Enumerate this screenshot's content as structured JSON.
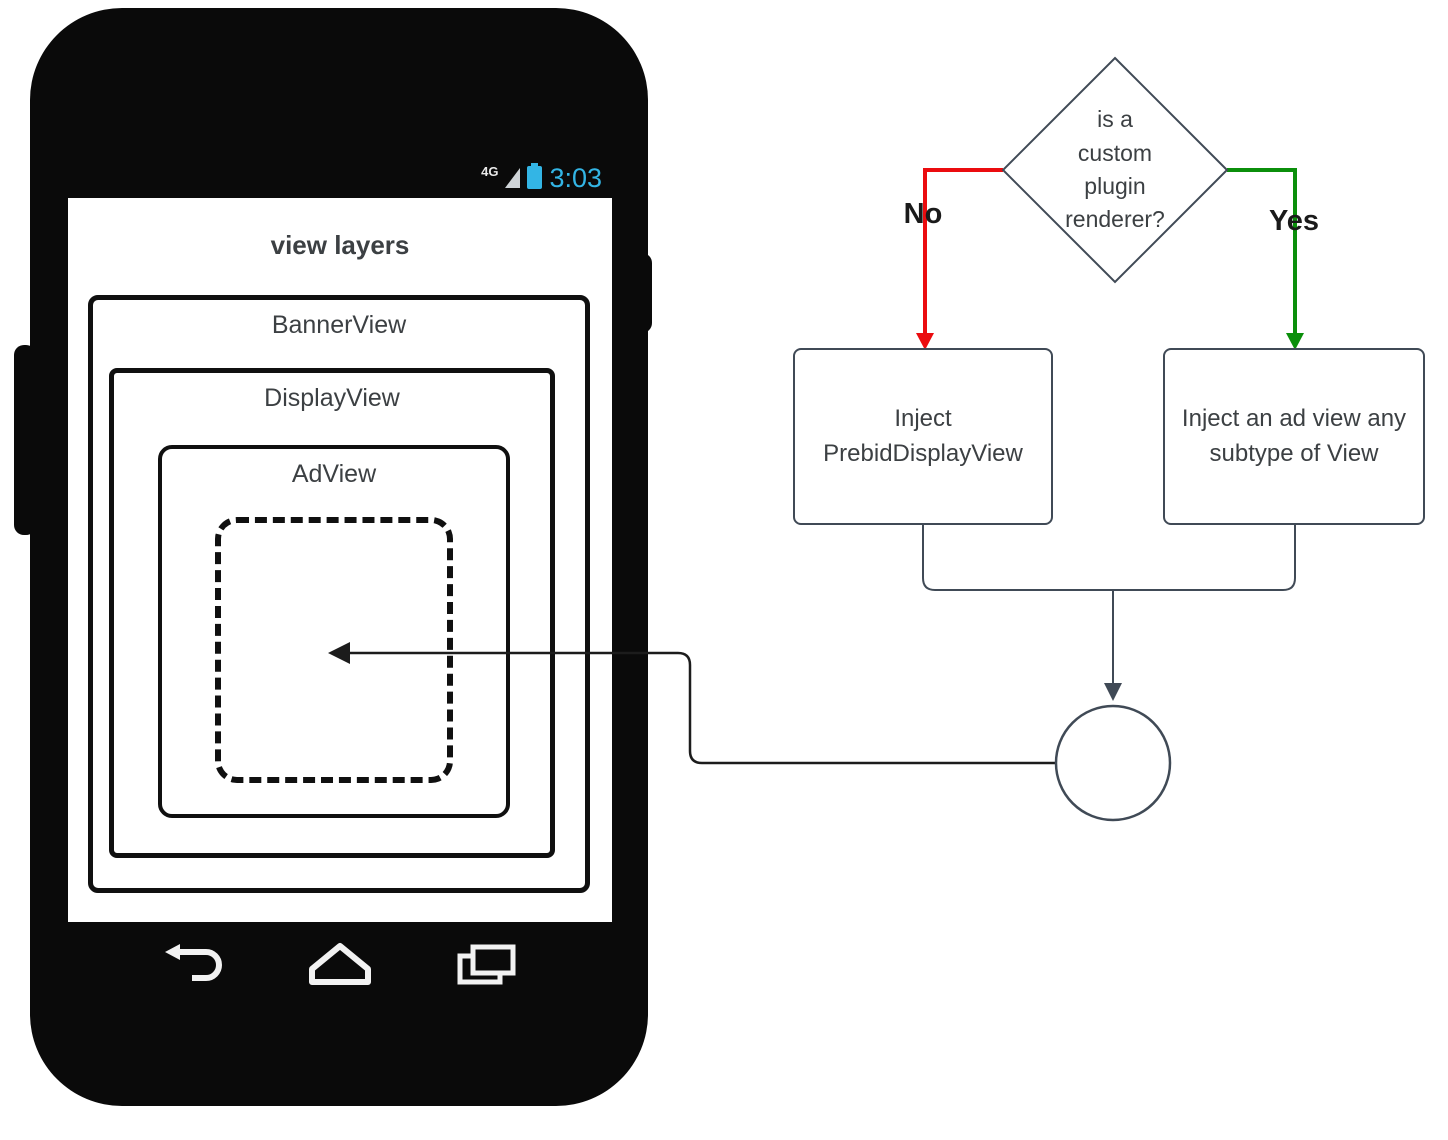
{
  "phone": {
    "status": {
      "network": "4G",
      "time": "3:03",
      "time_color": "#33b5e5"
    },
    "title": "view layers",
    "layers": {
      "banner": "BannerView",
      "display": "DisplayView",
      "ad": "AdView"
    }
  },
  "flow": {
    "decision": "is a custom plugin renderer?",
    "no": {
      "label": "No",
      "box": "Inject PrebidDisplayView",
      "color": "#eb0c0f"
    },
    "yes": {
      "label": "Yes",
      "box": "Inject an ad view any subtype of View",
      "color": "#0b8f0b"
    },
    "stroke": "#404a56",
    "inject_line_color": "#1c1c1c"
  }
}
